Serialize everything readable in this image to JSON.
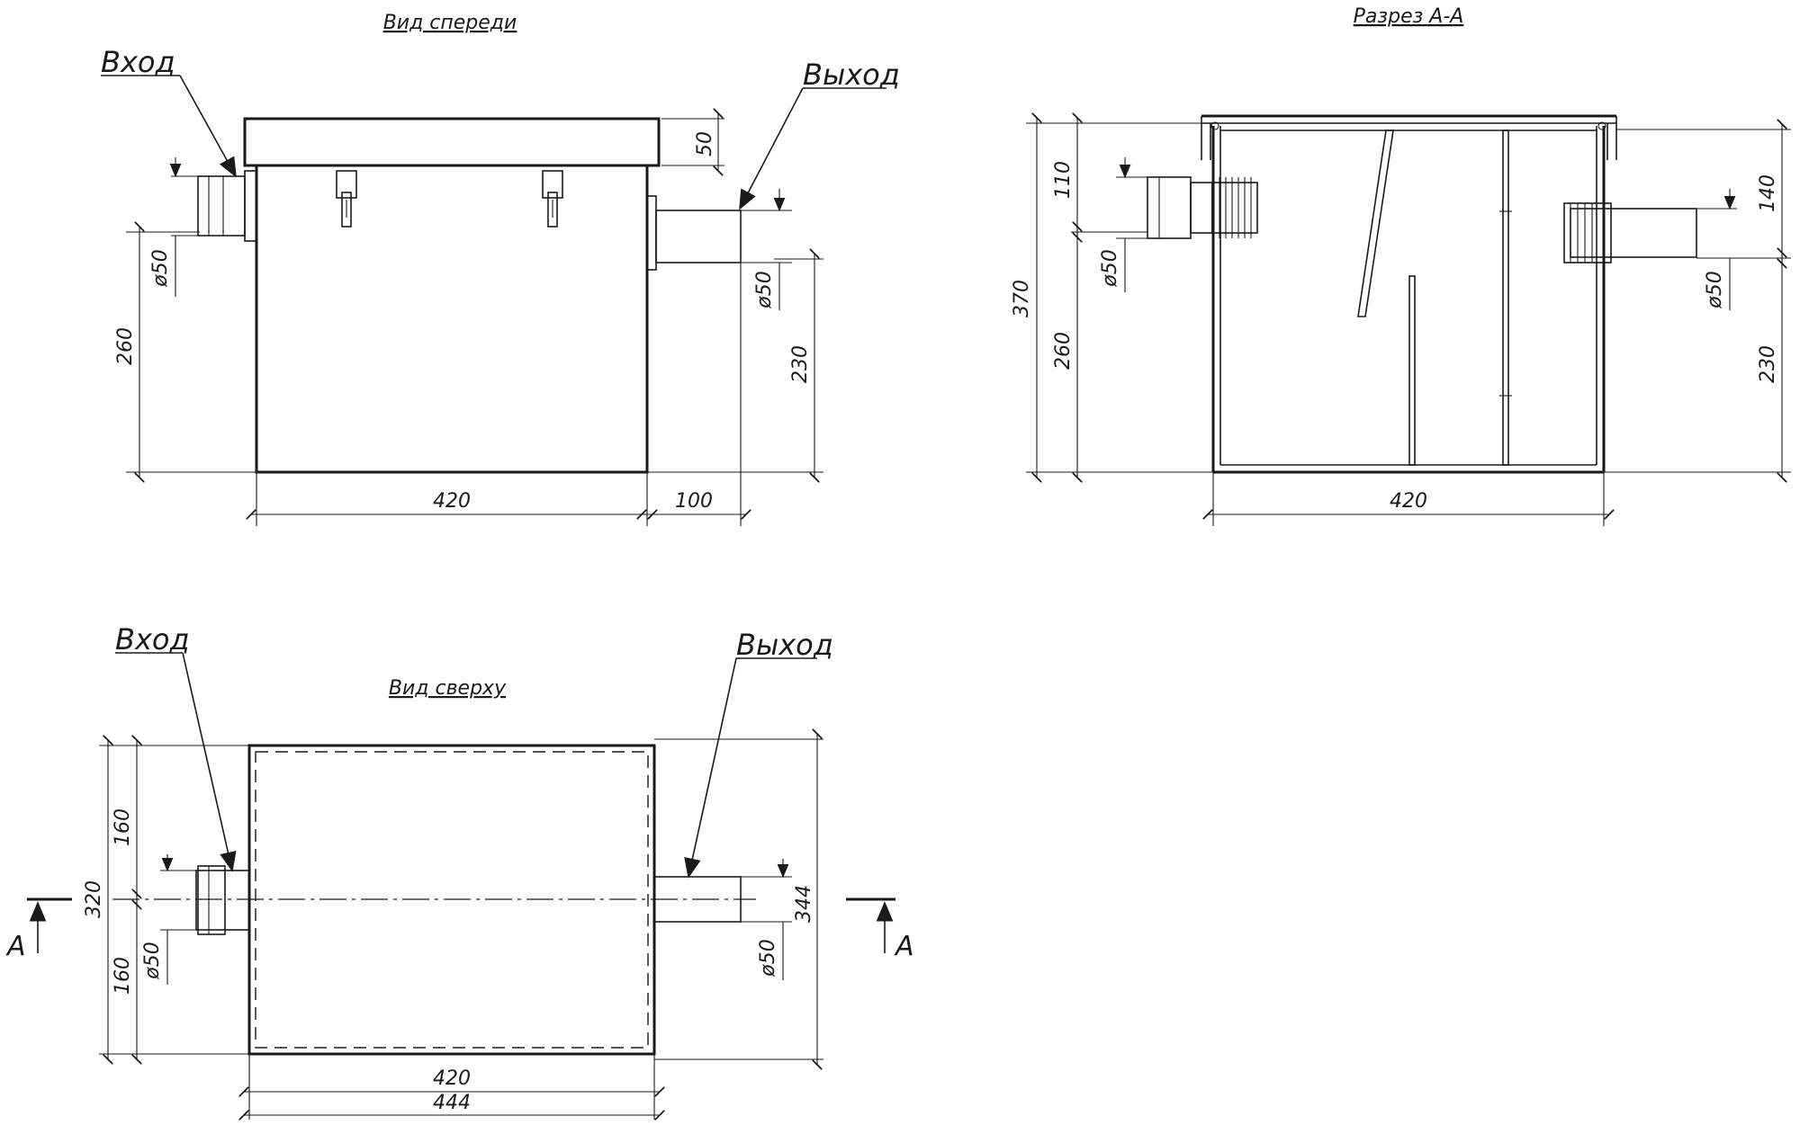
{
  "views": {
    "front": {
      "title": "Вид спереди",
      "inlet_label": "Вход",
      "outlet_label": "Выход",
      "dims": {
        "lid": "50",
        "inlet_dia": "ø50",
        "inlet_height": "260",
        "outlet_dia": "ø50",
        "outlet_height": "230",
        "width": "420",
        "outlet_len": "100"
      }
    },
    "section": {
      "title": "Разрез А-А",
      "dims": {
        "total": "370",
        "top_left": "110",
        "inlet_dia": "ø50",
        "inlet_height": "260",
        "top_right": "140",
        "outlet_dia": "ø50",
        "outlet_height": "230",
        "width": "420"
      }
    },
    "top": {
      "title": "Вид сверху",
      "inlet_label": "Вход",
      "outlet_label": "Выход",
      "section_mark": "А",
      "dims": {
        "depth": "320",
        "half_top": "160",
        "half_bottom": "160",
        "inlet_dia": "ø50",
        "outlet_dia": "ø50",
        "overall_depth": "344",
        "width": "420",
        "overall_width": "444"
      }
    }
  },
  "colors": {
    "ink": "#1a1a1a",
    "paper": "#ffffff"
  }
}
